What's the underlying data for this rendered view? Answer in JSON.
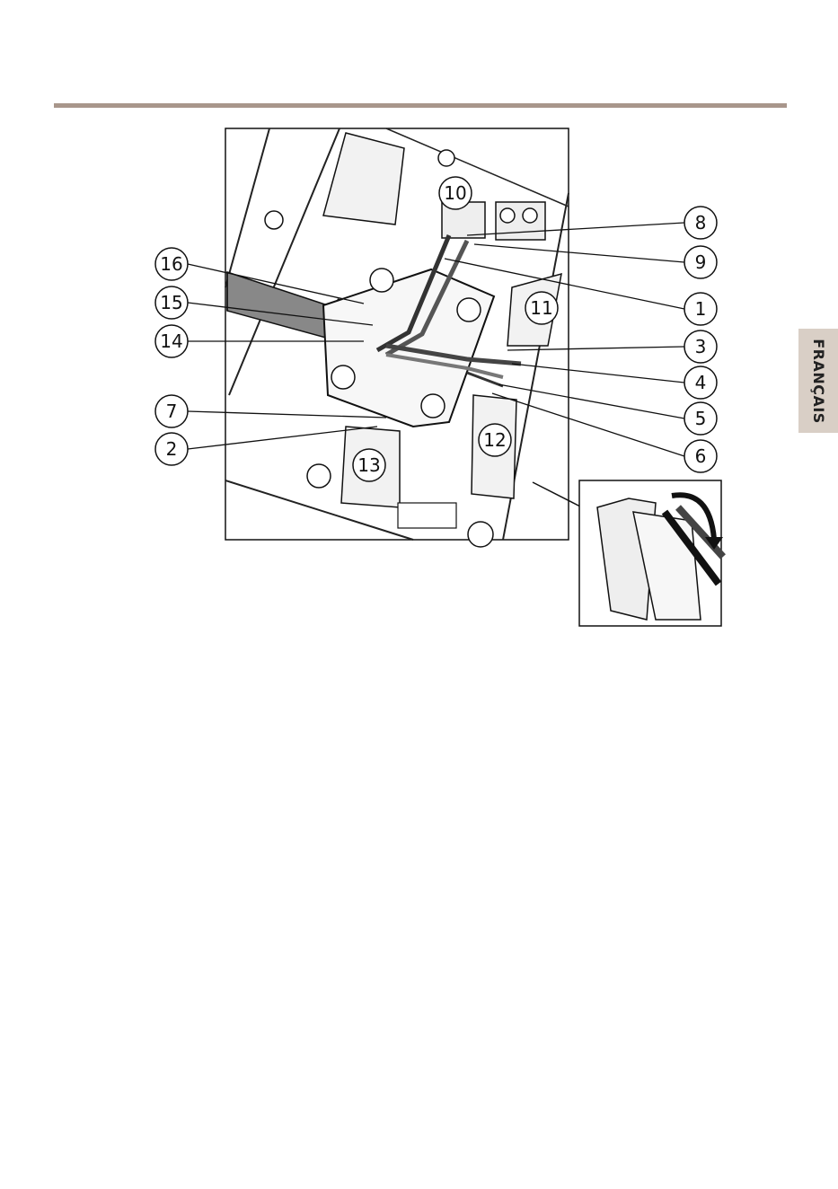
{
  "side_tab": {
    "language": "FRANÇAIS"
  },
  "callouts": [
    "8",
    "9",
    "1",
    "3",
    "4",
    "5",
    "6",
    "16",
    "15",
    "14",
    "7",
    "2"
  ],
  "component_labels": [
    "10",
    "11",
    "12",
    "13"
  ],
  "colors": {
    "rule": "#a8968b",
    "tab": "#d9cfc6",
    "line": "#111111"
  }
}
